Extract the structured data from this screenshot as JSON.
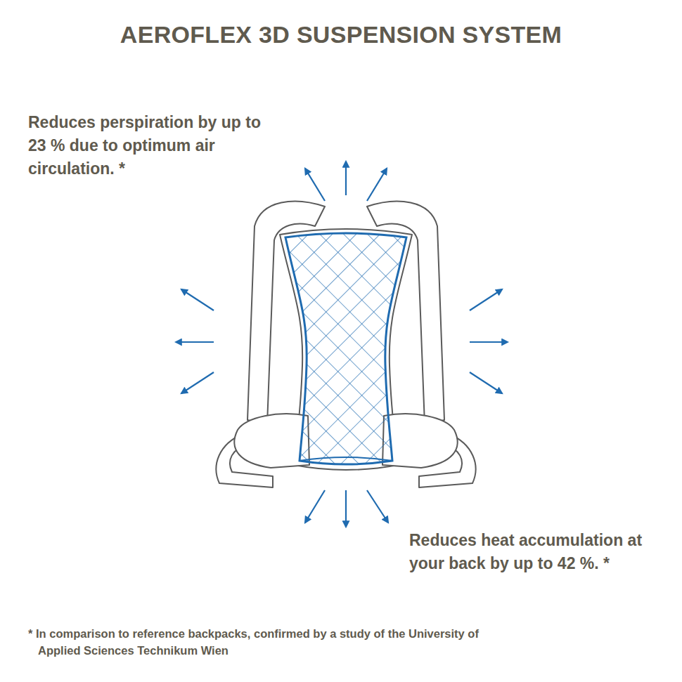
{
  "diagram": {
    "title": "AEROFLEX 3D SUSPENSION SYSTEM",
    "labels": [
      "Reduces perspiration by up to 23 % due to optimum air circulation. *",
      "Reduces heat accumulation at your back by up to 42 %. *",
      "* In comparison to reference backpacks, confirmed by a study of the University of Applied Sciences Technikum Wien"
    ]
  }
}
